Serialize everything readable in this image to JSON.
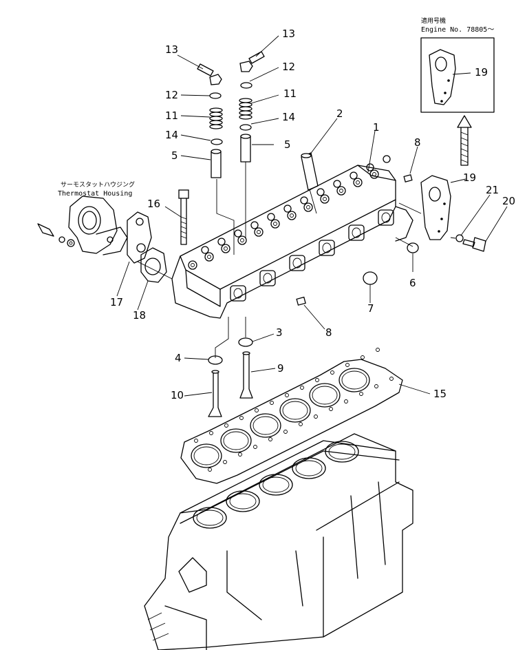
{
  "engine_box": {
    "japanese": "適用号機",
    "english": "Engine No. 78805～"
  },
  "thermostat_housing": {
    "japanese": "サーモスタットハウジング",
    "english": "Thermostat Housing"
  },
  "callouts": {
    "c1": "1",
    "c2": "2",
    "c3": "3",
    "c4": "4",
    "c5a": "5",
    "c5b": "5",
    "c6": "6",
    "c7": "7",
    "c8a": "8",
    "c8b": "8",
    "c9": "9",
    "c10": "10",
    "c11a": "11",
    "c11b": "11",
    "c12a": "12",
    "c12b": "12",
    "c13a": "13",
    "c13b": "13",
    "c14a": "14",
    "c14b": "14",
    "c15": "15",
    "c16": "16",
    "c17": "17",
    "c18": "18",
    "c19a": "19",
    "c19b": "19",
    "c20": "20",
    "c21": "21"
  }
}
